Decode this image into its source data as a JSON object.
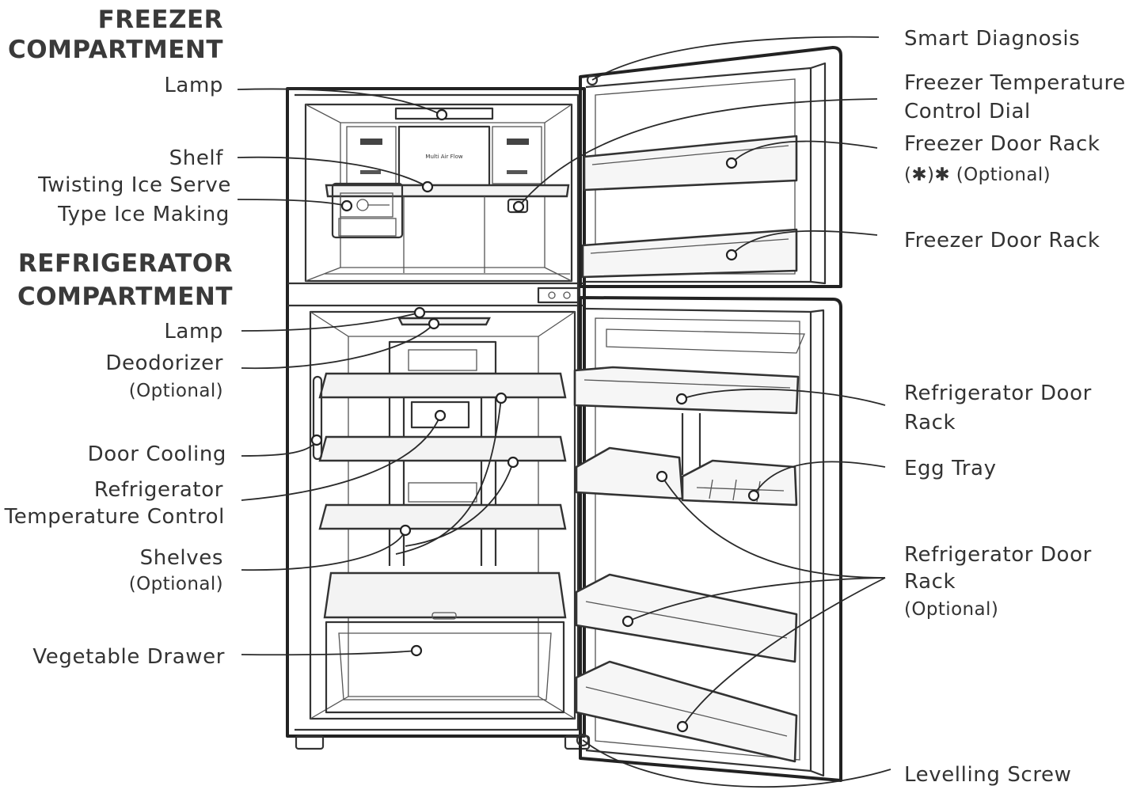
{
  "headings": {
    "freezer": [
      "FREEZER",
      "COMPARTMENT"
    ],
    "refrigerator": [
      "REFRIGERATOR",
      "COMPARTMENT"
    ]
  },
  "left_labels": {
    "freezer_lamp": "Lamp",
    "shelf": "Shelf",
    "ice_maker": [
      "Twisting Ice Serve",
      "Type Ice Making"
    ],
    "fridge_lamp": "Lamp",
    "deodorizer": "Deodorizer",
    "deodorizer_note": "(Optional)",
    "door_cooling": "Door Cooling",
    "temp_control": [
      "Refrigerator",
      "Temperature Control"
    ],
    "shelves": "Shelves",
    "shelves_note": "(Optional)",
    "vegetable_drawer": "Vegetable Drawer"
  },
  "right_labels": {
    "smart_diagnosis": "Smart Diagnosis",
    "freezer_dial": [
      "Freezer Temperature",
      "Control Dial"
    ],
    "freezer_rack_optional": "Freezer Door Rack",
    "freezer_rack_optional_note": "(✱)✱  (Optional)",
    "freezer_rack": "Freezer Door Rack",
    "fridge_rack": [
      "Refrigerator Door",
      "Rack"
    ],
    "egg_tray": "Egg Tray",
    "fridge_rack_optional": [
      "Refrigerator Door",
      "Rack",
      "(Optional)"
    ],
    "levelling_screw": "Levelling Screw"
  },
  "device_text": {
    "multi_air_flow": "Multi Air Flow"
  }
}
